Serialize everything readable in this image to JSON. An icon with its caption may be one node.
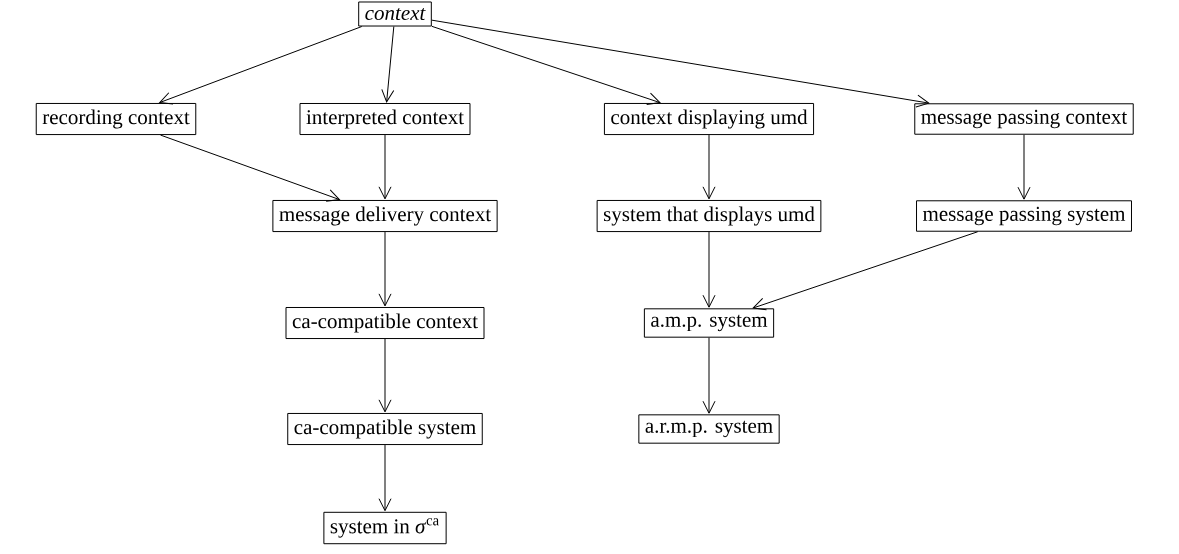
{
  "diagram": {
    "nodes": [
      {
        "text": [
          "context"
        ]
      },
      {
        "text": [
          "recording context"
        ]
      },
      {
        "text": [
          "interpreted context"
        ]
      },
      {
        "text": [
          "context displaying umd"
        ]
      },
      {
        "text": [
          "message passing context"
        ]
      },
      {
        "text": [
          "message delivery context"
        ]
      },
      {
        "text": [
          "system that displays umd"
        ]
      },
      {
        "text": [
          "message passing system"
        ]
      },
      {
        "text": [
          "ca-compatible context"
        ]
      },
      {
        "text": [
          "a.m.p. system"
        ]
      },
      {
        "text": [
          "ca-compatible system"
        ]
      },
      {
        "text": [
          "a.r.m.p. system"
        ]
      },
      {
        "text": [
          "system in *σ*$^{ca}$"
        ]
      }
    ],
    "edges": [
      {
        "from": 0,
        "to": 1,
        "arrow": "to"
      },
      {
        "from": 0,
        "to": 2,
        "arrow": "to"
      },
      {
        "from": 0,
        "to": 3,
        "arrow": "to"
      },
      {
        "from": 0,
        "to": 4,
        "arrow": "to"
      },
      {
        "from": 1,
        "to": 5,
        "arrow": "to"
      },
      {
        "from": 2,
        "to": 5,
        "arrow": "to"
      },
      {
        "from": 3,
        "to": 6,
        "arrow": "to"
      },
      {
        "from": 4,
        "to": 7,
        "arrow": "to"
      },
      {
        "from": 5,
        "to": 8,
        "arrow": "to"
      },
      {
        "from": 6,
        "to": 9,
        "arrow": "to"
      },
      {
        "from": 7,
        "to": 9,
        "arrow": "to"
      },
      {
        "from": 8,
        "to": 10,
        "arrow": "to"
      },
      {
        "from": 9,
        "to": 11,
        "arrow": "to"
      },
      {
        "from": 10,
        "to": 12,
        "arrow": "to"
      }
    ]
  }
}
